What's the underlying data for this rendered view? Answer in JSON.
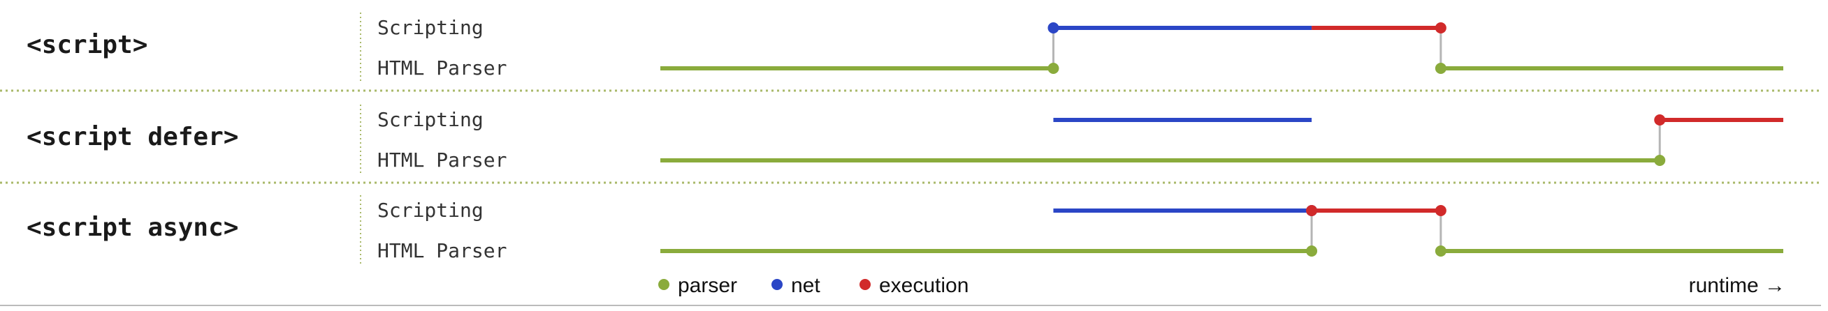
{
  "rows": [
    {
      "label": "<script>",
      "lanes": {
        "scripting": "Scripting",
        "parser": "HTML Parser"
      },
      "segments": [
        {
          "kind": "parser",
          "lane": "parser",
          "from": 0,
          "to": 35
        },
        {
          "kind": "net",
          "lane": "scripting",
          "from": 35,
          "to": 58
        },
        {
          "kind": "execution",
          "lane": "scripting",
          "from": 58,
          "to": 69.5
        },
        {
          "kind": "parser",
          "lane": "parser",
          "from": 69.5,
          "to": 100
        }
      ],
      "connectors": [
        35,
        69.5
      ]
    },
    {
      "label": "<script defer>",
      "lanes": {
        "scripting": "Scripting",
        "parser": "HTML Parser"
      },
      "segments": [
        {
          "kind": "parser",
          "lane": "parser",
          "from": 0,
          "to": 89
        },
        {
          "kind": "net",
          "lane": "scripting",
          "from": 35,
          "to": 58
        },
        {
          "kind": "execution",
          "lane": "scripting",
          "from": 89,
          "to": 100
        }
      ],
      "connectors": [
        89
      ]
    },
    {
      "label": "<script async>",
      "lanes": {
        "scripting": "Scripting",
        "parser": "HTML Parser"
      },
      "segments": [
        {
          "kind": "parser",
          "lane": "parser",
          "from": 0,
          "to": 58
        },
        {
          "kind": "net",
          "lane": "scripting",
          "from": 35,
          "to": 58
        },
        {
          "kind": "execution",
          "lane": "scripting",
          "from": 58,
          "to": 69.5
        },
        {
          "kind": "parser",
          "lane": "parser",
          "from": 69.5,
          "to": 100
        }
      ],
      "connectors": [
        58,
        69.5
      ]
    }
  ],
  "legend": [
    {
      "kind": "parser",
      "label": "parser"
    },
    {
      "kind": "net",
      "label": "net"
    },
    {
      "kind": "execution",
      "label": "execution"
    }
  ],
  "axis_label": "runtime →",
  "colors": {
    "parser": "#8aab3c",
    "net": "#2b46c6",
    "execution": "#d12a2a",
    "connector": "#b5b5b5",
    "separator": "#a9b96a",
    "bottom_line": "#bbbbbb"
  }
}
